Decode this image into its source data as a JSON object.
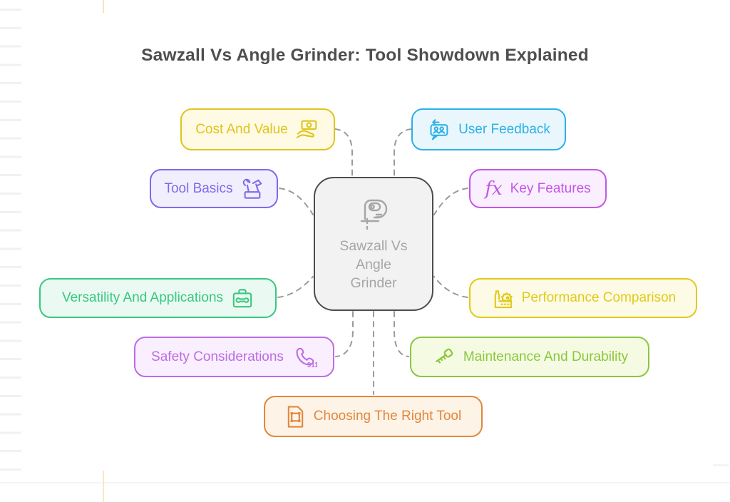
{
  "title": "Sawzall Vs Angle Grinder: Tool Showdown Explained",
  "connector_color": "#9a9a9a",
  "center": {
    "label": "Sawzall Vs Angle Grinder",
    "icon": "jigsaw-tool-icon",
    "accent": "#4d4d4d",
    "bg": "#f2f2f2",
    "text_color": "#a6a6a6"
  },
  "nodes": [
    {
      "id": "cost-and-value",
      "label": "Cost And Value",
      "icon": "money-in-hand-icon",
      "icon_side": "right",
      "accent": "#e0c41e",
      "bg": "#fefae3"
    },
    {
      "id": "user-feedback",
      "label": "User Feedback",
      "icon": "people-chat-icon",
      "icon_side": "left",
      "accent": "#2bb0e8",
      "bg": "#e9f7fd"
    },
    {
      "id": "tool-basics",
      "label": "Tool Basics",
      "icon": "toolbox-tools-icon",
      "icon_side": "right",
      "accent": "#7d6beb",
      "bg": "#f1eefe"
    },
    {
      "id": "key-features",
      "label": "Key Features",
      "icon": "fx-icon",
      "icon_text": "fx",
      "icon_side": "left",
      "accent": "#c257e6",
      "bg": "#faeffe"
    },
    {
      "id": "versatility-and-applications",
      "label": "Versatility And Applications",
      "icon": "wrench-case-icon",
      "icon_side": "right",
      "accent": "#39c77e",
      "bg": "#eafaf2"
    },
    {
      "id": "performance-comparison",
      "label": "Performance Comparison",
      "icon": "factory-gear-icon",
      "icon_side": "left",
      "accent": "#e0ca1c",
      "bg": "#fdfbe5"
    },
    {
      "id": "safety-considerations",
      "label": "Safety Considerations",
      "icon": "phone-911-icon",
      "icon_text": "911",
      "icon_side": "right",
      "accent": "#bd6ce4",
      "bg": "#f9effe"
    },
    {
      "id": "maintenance-and-durability",
      "label": "Maintenance And Durability",
      "icon": "key-icon",
      "icon_side": "left",
      "accent": "#8cc63f",
      "bg": "#f4fbe2"
    },
    {
      "id": "choosing-the-right-tool",
      "label": "Choosing The Right Tool",
      "icon": "vector-document-icon",
      "icon_side": "left",
      "accent": "#e2873c",
      "bg": "#fdf3e7"
    }
  ]
}
